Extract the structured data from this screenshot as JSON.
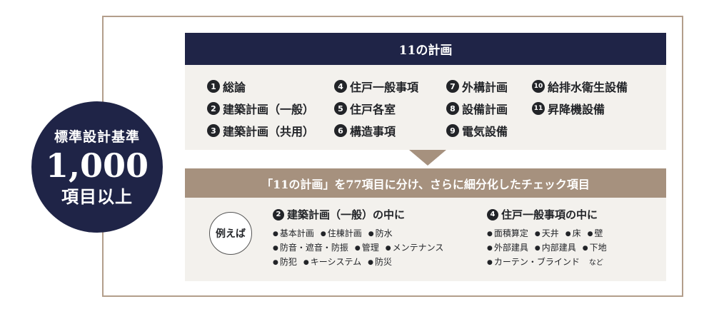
{
  "circle": {
    "title": "標準設計基準",
    "number": "1,000",
    "subtitle": "項目以上"
  },
  "plans": {
    "header": "11の計画",
    "items": [
      {
        "num": "1",
        "label": "総論"
      },
      {
        "num": "2",
        "label": "建築計画（一般）"
      },
      {
        "num": "3",
        "label": "建築計画（共用）"
      },
      {
        "num": "4",
        "label": "住戸一般事項"
      },
      {
        "num": "5",
        "label": "住戸各室"
      },
      {
        "num": "6",
        "label": "構造事項"
      },
      {
        "num": "7",
        "label": "外構計画"
      },
      {
        "num": "8",
        "label": "設備計画"
      },
      {
        "num": "9",
        "label": "電気設備"
      },
      {
        "num": "10",
        "label": "給排水衛生設備"
      },
      {
        "num": "11",
        "label": "昇降機設備"
      }
    ]
  },
  "checks": {
    "header": "「11の計画」を77項目に分け、さらに細分化したチェック項目",
    "example_label": "例えば",
    "left": {
      "num": "2",
      "title": "建築計画（一般）の中に",
      "lines": [
        [
          "基本計画",
          "住棟計画",
          "防水"
        ],
        [
          "防音・遮音・防振",
          "管理",
          "メンテナンス"
        ],
        [
          "防犯",
          "キーシステム",
          "防災"
        ]
      ]
    },
    "right": {
      "num": "4",
      "title": "住戸一般事項の中に",
      "lines": [
        [
          "面積算定",
          "天井",
          "床",
          "壁"
        ],
        [
          "外部建具",
          "内部建具",
          "下地"
        ],
        [
          "カーテン・ブラインド"
        ]
      ],
      "suffix": "など"
    }
  }
}
